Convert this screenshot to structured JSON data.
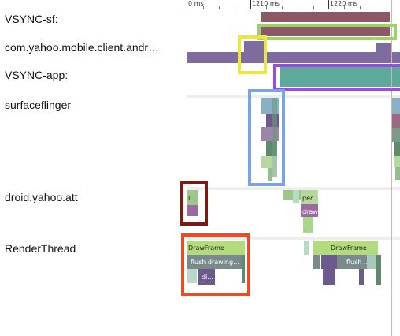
{
  "tracks": {
    "vsync_sf": "VSYNC-sf:",
    "yahoo_main": "com.yahoo.mobile.client.andr…",
    "vsync_app": "VSYNC-app:",
    "surfaceflinger": "surfaceflinger",
    "droid_att": "droid.yahoo.att",
    "renderthread": "RenderThread"
  },
  "ruler": {
    "t0": "0 ms",
    "t1": "1210 ms",
    "t2": "1220 ms"
  },
  "slices": {
    "droid_att_slice": "I...",
    "droid_perf": "per...",
    "droid_draw": "draw",
    "drawframe_1": "DrawFrame",
    "flush_1": "flush drawing...",
    "di_1": "di...",
    "drawframe_2": "DrawFrame",
    "flush_2": "flush ..."
  },
  "colors": {
    "highlight_green": "#9bd36a",
    "highlight_yellow": "#f0e63a",
    "highlight_purple": "#9a4be6",
    "highlight_blue": "#7aa4e8",
    "highlight_darkred": "#7a1a12",
    "highlight_orange": "#ee4a24"
  }
}
